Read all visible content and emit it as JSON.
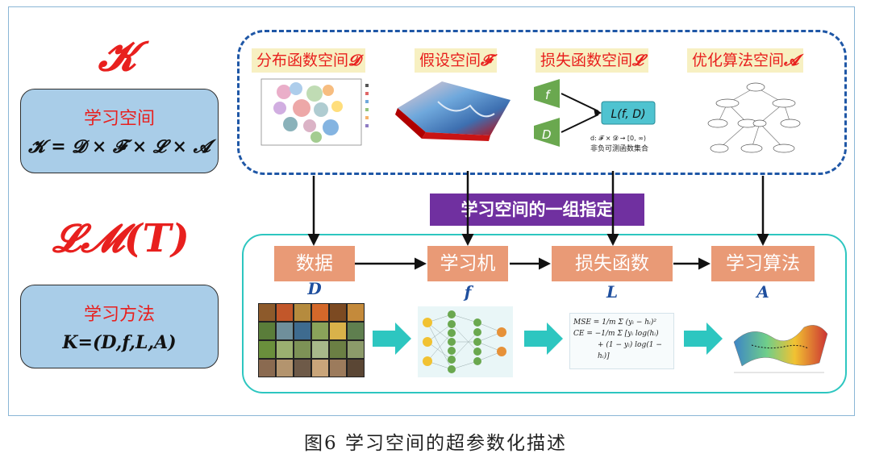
{
  "left": {
    "k_symbol": "𝓚",
    "lm_symbol": "𝓛𝓜(𝑻)",
    "space_box": {
      "title": "学习空间",
      "formula": "𝓚 = 𝓓 × 𝓕 × 𝓛 × 𝓐"
    },
    "method_box": {
      "title": "学习方法",
      "formula": "K=(D,f,L,A)"
    }
  },
  "spaces": [
    {
      "label": "分布函数空间",
      "symbol": "𝓓"
    },
    {
      "label": "假设空间",
      "symbol": "𝓕"
    },
    {
      "label": "损失函数空间",
      "symbol": "𝓛"
    },
    {
      "label": "优化算法空间",
      "symbol": "𝓐"
    }
  ],
  "loss_panel": {
    "f": "f",
    "d": "D",
    "box": "L(f, D)",
    "domain": "d: 𝓕 × 𝓓 → [0, ∞)",
    "note": "非负可测函数集合"
  },
  "banner": "学习空间的一组指定",
  "steps": [
    {
      "label": "数据",
      "symbol": "D"
    },
    {
      "label": "学习机",
      "symbol": "f"
    },
    {
      "label": "损失函数",
      "symbol": "L"
    },
    {
      "label": "学习算法",
      "symbol": "A"
    }
  ],
  "formulas": {
    "mse": "MSE = 1/m Σ (yᵢ − hᵢ)²",
    "ce1": "CE = −1/m Σ [yᵢ log(hᵢ)",
    "ce2": "+ (1 − yᵢ) log(1 − hᵢ)]"
  },
  "caption": "图6   学习空间的超参数化描述",
  "colors": {
    "red": "#e8201e",
    "dash_blue": "#1f57a6",
    "purple": "#7030a0",
    "teal": "#2dc6c0",
    "step": "#e99a76",
    "box_blue": "#a9cde8"
  }
}
